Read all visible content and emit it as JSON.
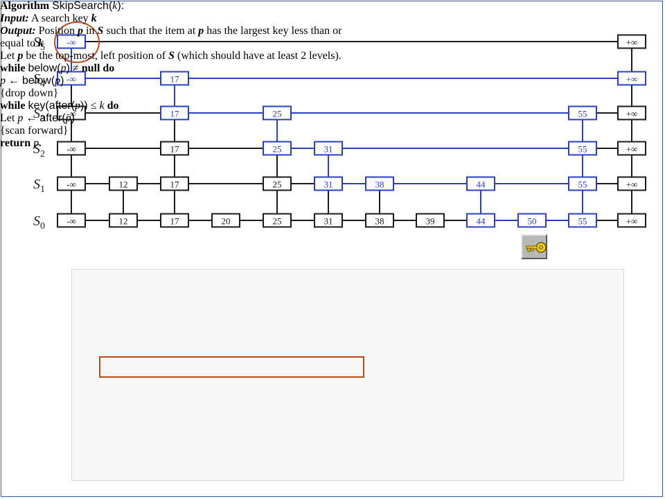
{
  "skiplist": {
    "levels": [
      "S5",
      "S4",
      "S3",
      "S2",
      "S1",
      "S0"
    ],
    "neg_inf": "-∞",
    "pos_inf": "+∞",
    "rows": [
      {
        "level": "S5",
        "keys": []
      },
      {
        "level": "S4",
        "keys": [
          "17"
        ]
      },
      {
        "level": "S3",
        "keys": [
          "17",
          "25",
          "55"
        ]
      },
      {
        "level": "S2",
        "keys": [
          "17",
          "25",
          "31",
          "55"
        ]
      },
      {
        "level": "S1",
        "keys": [
          "12",
          "17",
          "25",
          "31",
          "38",
          "44",
          "55"
        ]
      },
      {
        "level": "S0",
        "keys": [
          "12",
          "17",
          "20",
          "25",
          "31",
          "38",
          "39",
          "44",
          "50",
          "55"
        ]
      }
    ],
    "search_path_color": "#2a3fc0",
    "default_color": "#1a1a1a",
    "highlight_color": "#b84a1c"
  },
  "algorithm": {
    "keyword_algorithm": "Algorithm",
    "name": "SkipSearch",
    "param": "k",
    "input_label": "Input:",
    "input_text": "A search key",
    "input_var": "k",
    "output_label": "Output:",
    "output_text_1": "Position",
    "output_var_p": "p",
    "output_text_2": "in",
    "output_var_s": "S",
    "output_text_3": "such that the item at",
    "output_var_p2": "p",
    "output_text_4": "has the largest key less than or",
    "output_text_5": "equal to",
    "output_var_k": "k",
    "let_line_1": "Let",
    "let_var_p": "p",
    "let_line_2": "be the top-most, left position of",
    "let_var_s": "S",
    "let_line_3": "(which should have at least 2 levels).",
    "while_kw": "while",
    "below_fn": "below",
    "neq": "≠",
    "null_kw": "null",
    "do_kw": "do",
    "assign_arrow": "←",
    "drop_comment": "{drop down}",
    "while2_kw": "while",
    "key_fn": "key",
    "after_fn": "after",
    "leq": "≤",
    "scan_let": "Let",
    "scan_comment": "{scan forward}",
    "return_kw": "return",
    "return_var": "p"
  }
}
